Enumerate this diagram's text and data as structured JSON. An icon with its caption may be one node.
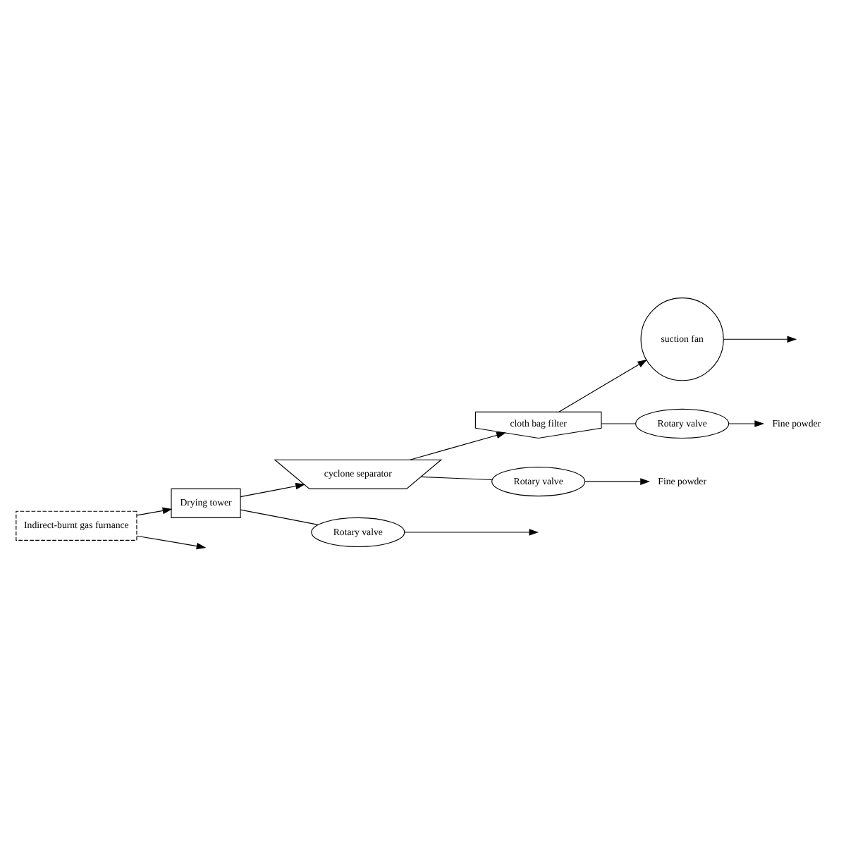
{
  "diagram": {
    "nodes": [
      {
        "text": [
          "Indirect-burnt gas furnance"
        ]
      },
      {
        "text": [
          "Drying tower"
        ]
      },
      {
        "text": [
          "cyclone separator"
        ]
      },
      {
        "text": [
          "cloth bag filter"
        ]
      },
      {
        "text": [
          "suction fan"
        ]
      },
      {
        "text": [
          "Rotary valve"
        ]
      },
      {
        "text": [
          "Rotary valve"
        ]
      },
      {
        "text": [
          "Rotary valve"
        ]
      },
      {
        "text": [
          "Fine powder"
        ]
      },
      {
        "text": [
          "Fine powder"
        ]
      }
    ],
    "edges": [
      {
        "from": 0,
        "to": null,
        "arrow": "to"
      },
      {
        "from": 0,
        "to": 1,
        "arrow": "to"
      },
      {
        "from": 1,
        "to": 2,
        "arrow": "to"
      },
      {
        "from": 2,
        "to": 3,
        "arrow": "to"
      },
      {
        "from": 3,
        "to": 4,
        "arrow": "to"
      },
      {
        "from": 4,
        "to": null,
        "arrow": "to"
      },
      {
        "from": 1,
        "to": 5,
        "arrow": "none"
      },
      {
        "from": 5,
        "to": null,
        "arrow": "to"
      },
      {
        "from": 2,
        "to": 6,
        "arrow": "none"
      },
      {
        "from": 6,
        "to": 8,
        "arrow": "to"
      },
      {
        "from": 3,
        "to": 7,
        "arrow": "none"
      },
      {
        "from": 7,
        "to": 9,
        "arrow": "to"
      }
    ]
  }
}
